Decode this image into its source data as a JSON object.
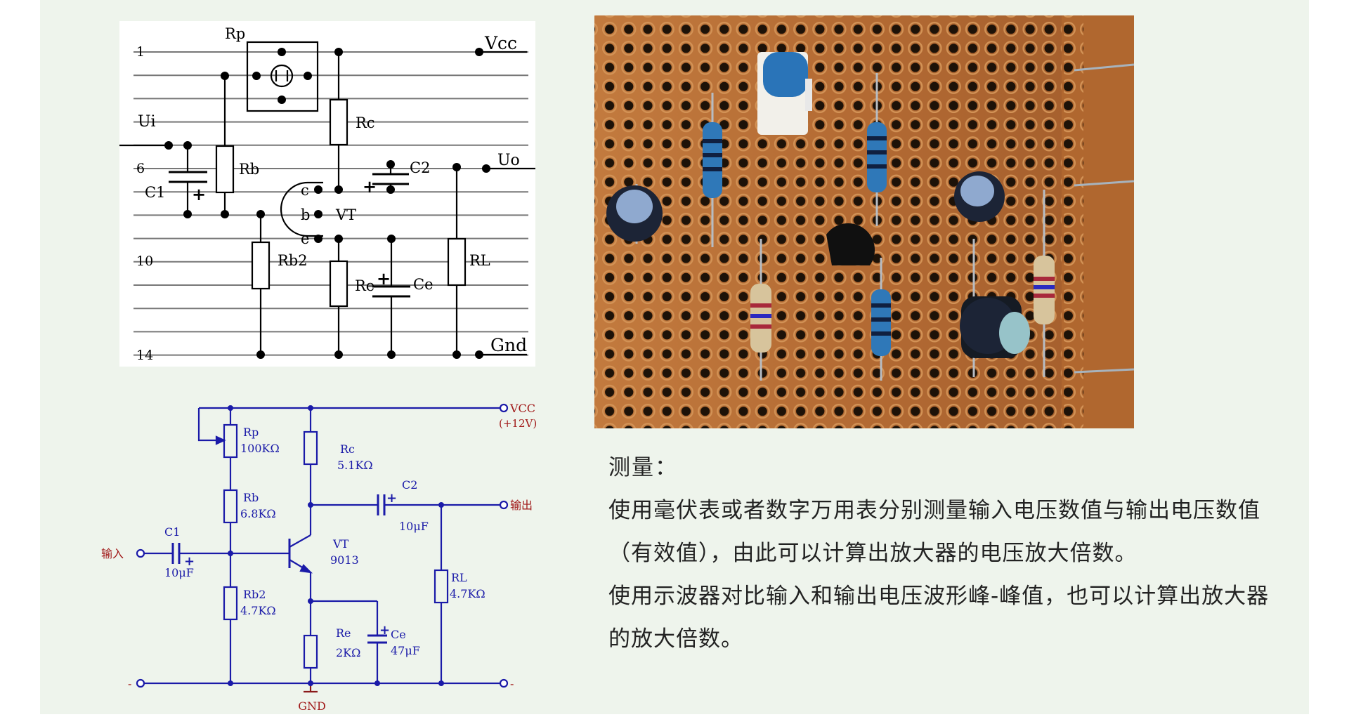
{
  "layout": {
    "row_labels": [
      "1",
      "6",
      "10",
      "14"
    ],
    "rp": "Rp",
    "vcc": "Vcc",
    "ui": "Ui",
    "uo": "Uo",
    "gnd": "Gnd",
    "rc": "Rc",
    "rb": "Rb",
    "c1": "C1",
    "c2": "C2",
    "pin_c": "c",
    "pin_b": "b",
    "pin_e": "e",
    "vt": "VT",
    "rb2": "Rb2",
    "re": "Re",
    "ce": "Ce",
    "rl": "RL",
    "plus": "+"
  },
  "schematic": {
    "vcc": "VCC",
    "vcc_value": "(+12V)",
    "rp": "Rp",
    "rp_value": "100KΩ",
    "rb": "Rb",
    "rb_value": "6.8KΩ",
    "rc": "Rc",
    "rc_value": "5.1KΩ",
    "c2": "C2",
    "c2_value": "10μF",
    "output": "输出",
    "c1": "C1",
    "c1_value": "10μF",
    "input": "输入",
    "vt": "VT",
    "vt_value": "9013",
    "rl": "RL",
    "rl_value": "4.7KΩ",
    "rb2": "Rb2",
    "rb2_value": "4.7KΩ",
    "re": "Re",
    "re_value": "2KΩ",
    "ce": "Ce",
    "ce_value": "47μF",
    "gnd": "GND",
    "minus": "-",
    "plus": "+"
  },
  "measurement": {
    "title": "测量：",
    "paragraph1": "使用毫伏表或者数字万用表分别测量输入电压数值与输出电压数值（有效值），由此可以计算出放大器的电压放大倍数。",
    "paragraph2": "使用示波器对比输入和输出电压波形峰-峰值，也可以计算出放大器的放大倍数。"
  },
  "colors": {
    "slide_bg": "#eef4ec",
    "board": "#b36a33",
    "hole": "#1d1208",
    "schematic_wire": "#1a1aa8",
    "schematic_label_red": "#a01818"
  }
}
